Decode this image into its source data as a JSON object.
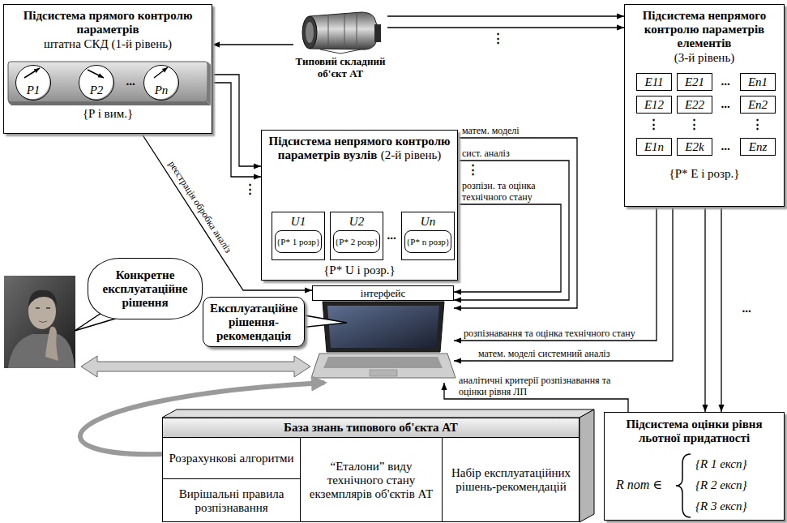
{
  "diagram": {
    "nodes": [
      {
        "text": [
          "Підсистема прямого контролю параметрів",
          "штатна СКД (1-й рівень)",
          "{P i вим.}"
        ]
      },
      {
        "text": [
          "P1"
        ],
        "in": 0
      },
      {
        "text": [
          "P2"
        ],
        "in": 0
      },
      {
        "text": [
          "Pn"
        ],
        "in": 0
      },
      {
        "text": [
          "Типовий складний об'єкт АТ"
        ]
      },
      {
        "text": [
          "Підсистема непрямого контролю параметрів елементів",
          "(3-й рівень)",
          "{P* E i розр.}"
        ]
      },
      {
        "text": [
          "E11"
        ],
        "in": 5
      },
      {
        "text": [
          "E21"
        ],
        "in": 5
      },
      {
        "text": [
          "En1"
        ],
        "in": 5
      },
      {
        "text": [
          "E12"
        ],
        "in": 5
      },
      {
        "text": [
          "E22"
        ],
        "in": 5
      },
      {
        "text": [
          "En2"
        ],
        "in": 5
      },
      {
        "text": [
          "E1n"
        ],
        "in": 5
      },
      {
        "text": [
          "E2k"
        ],
        "in": 5
      },
      {
        "text": [
          "Enz"
        ],
        "in": 5
      },
      {
        "text": [
          "Підсистема непрямого контролю параметрів вузлів",
          "(2-й рівень)",
          "{P* U i розр.}"
        ]
      },
      {
        "text": [
          "U1",
          "{P* 1 розр}"
        ],
        "in": 15
      },
      {
        "text": [
          "U2",
          "{P* 2 розр}"
        ],
        "in": 15
      },
      {
        "text": [
          "Un",
          "{P* n розр}"
        ],
        "in": 15
      },
      {
        "text": [
          "Конкретне експлуатаційне рішення"
        ]
      },
      {
        "text": [
          "Експлуатаційне рішення-рекомендація"
        ]
      },
      {
        "text": [
          "інтерфейс"
        ]
      },
      {
        "text": [
          "Підсистема оцінки рівня льотної придатності",
          "R пот ∈",
          "{R 1 експ}",
          "{R 2 експ}",
          "{R 3 експ}"
        ]
      },
      {
        "text": [
          "База знань типового об'єкта АТ"
        ]
      },
      {
        "text": [
          "Розрахункові алгоритми"
        ],
        "in": 23
      },
      {
        "text": [
          "Вирішальні правила розпізнавання"
        ],
        "in": 23
      },
      {
        "text": [
          "“Еталони” виду технічного стану екземплярів об'єктів АТ"
        ],
        "in": 23
      },
      {
        "text": [
          "Набір експлуатаційних рішень-рекомендацій"
        ],
        "in": 23
      }
    ],
    "edges": [
      {
        "from": 4,
        "to": 0,
        "arrow": "to"
      },
      {
        "from": 0,
        "to": 15,
        "arrow": "to"
      },
      {
        "from": 0,
        "to": 15,
        "arrow": "to"
      },
      {
        "from": 4,
        "to": 5,
        "arrow": "to"
      },
      {
        "from": 4,
        "to": 5,
        "arrow": "to"
      },
      {
        "from": 15,
        "to": 21,
        "label": "матем. моделі",
        "arrow": "to"
      },
      {
        "from": 15,
        "to": 21,
        "label": "сист. аналіз",
        "arrow": "to"
      },
      {
        "from": 15,
        "to": 21,
        "label": "розпізн. та оцінка технічного стану",
        "arrow": "to"
      },
      {
        "from": 5,
        "to": 21,
        "label": "розпізнавання та оцінка технічного стану",
        "arrow": "to"
      },
      {
        "from": 5,
        "to": 21,
        "label": "матем. моделі системний аналіз",
        "arrow": "to"
      },
      {
        "from": 22,
        "to": 21,
        "label": "аналітичні критерії розпізнавання та оцінки рівня ЛП",
        "arrow": "to"
      },
      {
        "from": 0,
        "to": 21,
        "label": "реєстрація обробка аналіз",
        "arrow": "to"
      },
      {
        "from": 23,
        "to": 21,
        "arrow": "to"
      },
      {
        "from": 5,
        "to": 22,
        "arrow": "to"
      },
      {
        "from": 5,
        "to": 22,
        "arrow": "to"
      }
    ],
    "labels": [
      "...",
      "...",
      "...",
      "...",
      "...",
      "⋮",
      "⋮",
      "⋮",
      "⋮",
      "⋮",
      "⋮",
      "..."
    ]
  }
}
